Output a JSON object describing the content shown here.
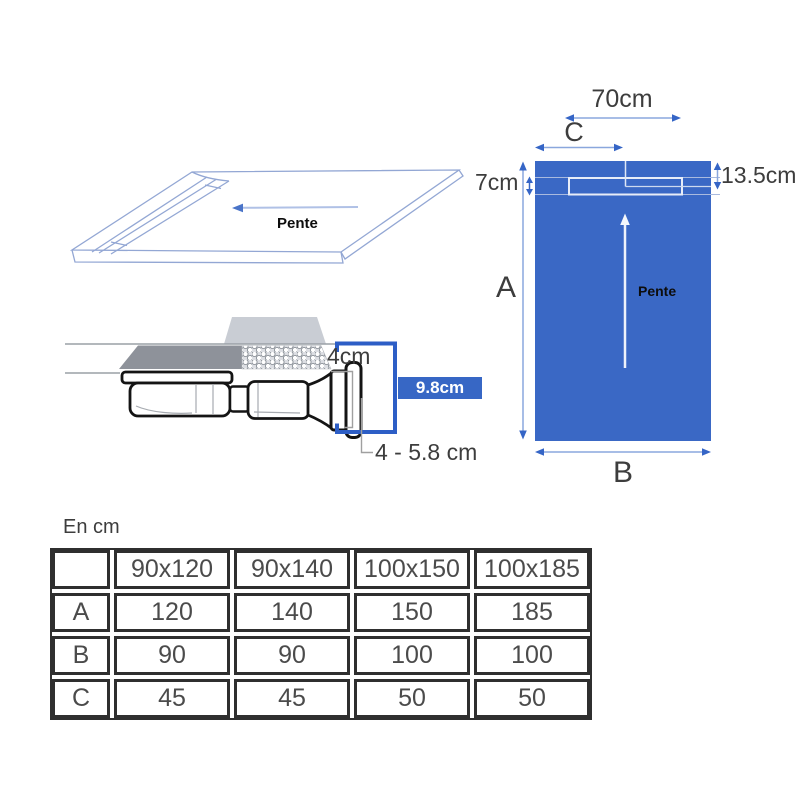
{
  "colors": {
    "tray_blue_fill": "#3a68c5",
    "dim_arrow_blue": "#3565c6",
    "dim_line_light_blue": "#8aa7dd",
    "badge_blue": "#3767c5",
    "bracket_blue": "#2d5ec6",
    "iso_line_blue": "#93a7d4",
    "outline_black": "#141414",
    "gray_dark_fill": "#8e929a",
    "gray_light_fill": "#c9cdd4",
    "table_border": "#2f2f2f",
    "text_dark": "#3d3d3d"
  },
  "iso_view": {
    "slope_label": "Pente"
  },
  "top_view": {
    "top_width_label": "70cm",
    "c_label": "C",
    "a_label": "A",
    "b_label": "B",
    "left_depth_label": "7cm",
    "right_depth_label": "13.5cm",
    "slope_label": "Pente"
  },
  "section_view": {
    "thickness_label": "4cm",
    "height_label": "9.8cm",
    "range_label": "4 - 5.8 cm"
  },
  "table": {
    "unit_label": "En cm",
    "col_headers": [
      "90x120",
      "90x140",
      "100x150",
      "100x185"
    ],
    "rows": [
      {
        "label": "A",
        "values": [
          "120",
          "140",
          "150",
          "185"
        ]
      },
      {
        "label": "B",
        "values": [
          "90",
          "90",
          "100",
          "100"
        ]
      },
      {
        "label": "C",
        "values": [
          "45",
          "45",
          "50",
          "50"
        ]
      }
    ]
  }
}
